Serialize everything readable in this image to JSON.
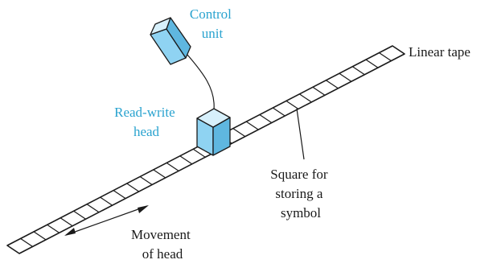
{
  "labels": {
    "control_unit": [
      "Control",
      "unit"
    ],
    "read_write_head": [
      "Read-write",
      "head"
    ],
    "linear_tape": "Linear tape",
    "square": [
      "Square for",
      "storing a",
      "symbol"
    ],
    "movement": [
      "Movement",
      "of head"
    ]
  },
  "colors": {
    "label_accent": "#2aa3cf",
    "cube_front": "#8fd3f2",
    "cube_top": "#d7f0fb",
    "cube_side": "#5fb7e0",
    "ink": "#1a1a1a"
  }
}
